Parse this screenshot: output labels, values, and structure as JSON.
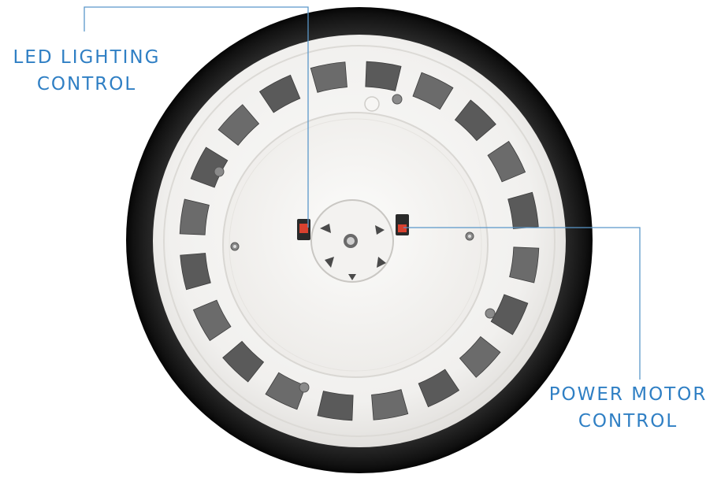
{
  "callouts": {
    "led": {
      "line1": "LED LIGHTING",
      "line2": "CONTROL"
    },
    "power": {
      "line1": "POWER MOTOR",
      "line2": "CONTROL"
    }
  },
  "colors": {
    "callout_text": "#2f7fc4",
    "callout_line": "#5a97c9",
    "tire": "#1d1d1d",
    "hub": "#f4f3f1",
    "switch_red": "#d8412f"
  },
  "icons": [
    "wheel-hub",
    "led-switch",
    "motor-switch",
    "axle-hub"
  ]
}
